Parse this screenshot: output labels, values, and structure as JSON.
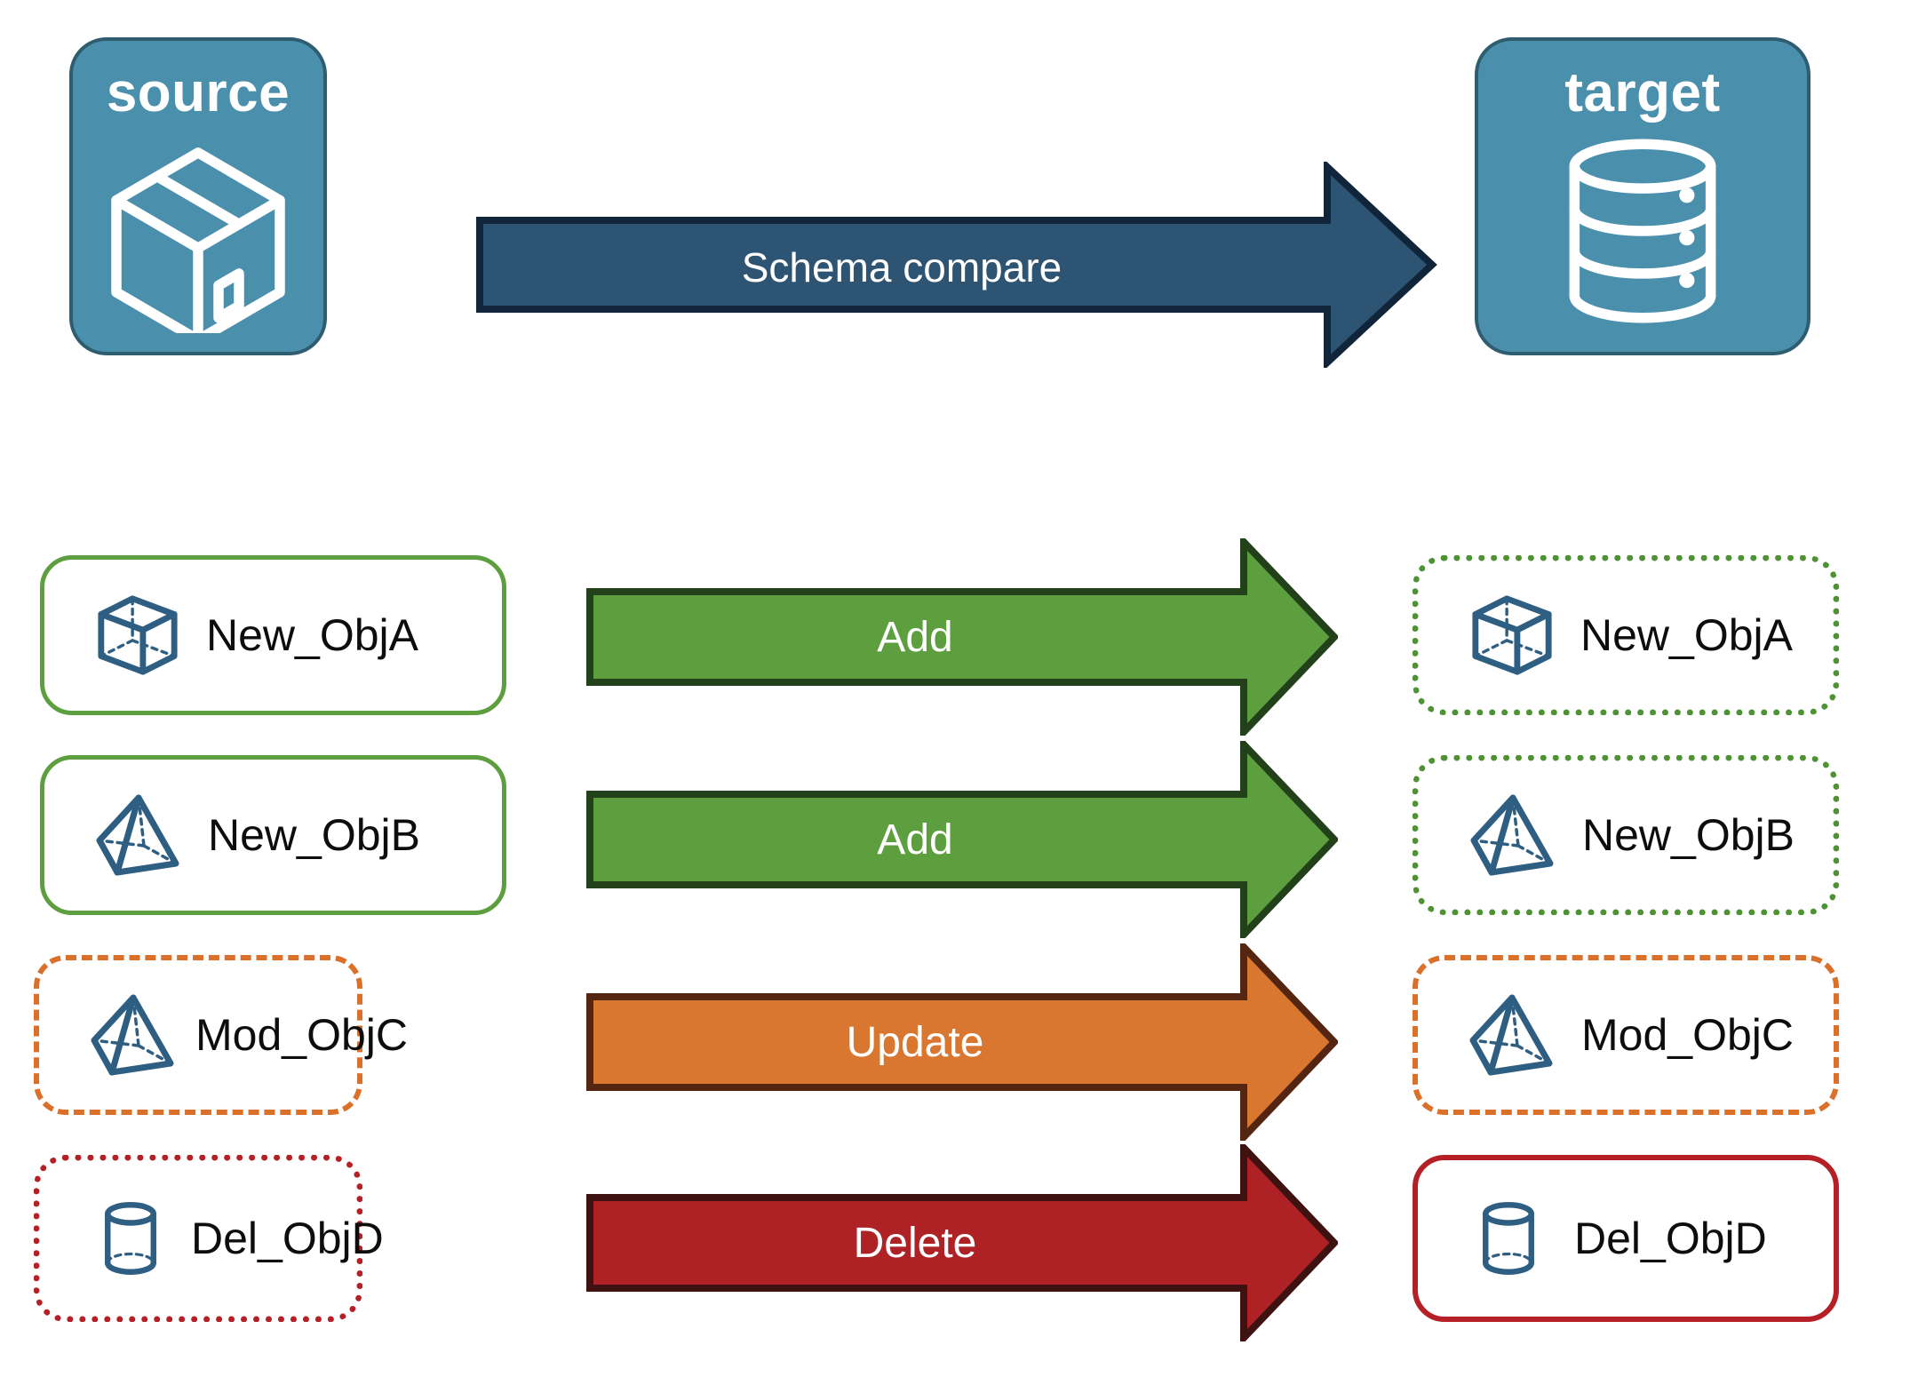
{
  "diagram": {
    "title_source": "source",
    "title_target": "target",
    "compare_label": "Schema compare"
  },
  "endpoints": {
    "source": {
      "label": "source",
      "icon": "package-box-icon",
      "color": "#4a90ad"
    },
    "target": {
      "label": "target",
      "icon": "database-cylinder-icon",
      "color": "#4a90ad"
    }
  },
  "compare_arrow": {
    "label": "Schema compare",
    "color": "#2d5472",
    "border": "#10243a"
  },
  "rows": [
    {
      "source_label": "New_ObjA",
      "target_label": "New_ObjA",
      "action": "Add",
      "icon": "cube-icon",
      "source_border_style": "solid",
      "source_border_color": "#5d9e3f",
      "target_border_style": "dotted",
      "target_border_color": "#4e9234",
      "arrow_color": "#5d9e3f",
      "arrow_border": "#22401a"
    },
    {
      "source_label": "New_ObjB",
      "target_label": "New_ObjB",
      "action": "Add",
      "icon": "pyramid-icon",
      "source_border_style": "solid",
      "source_border_color": "#5d9e3f",
      "target_border_style": "dotted",
      "target_border_color": "#4e9234",
      "arrow_color": "#5d9e3f",
      "arrow_border": "#22401a"
    },
    {
      "source_label": "Mod_ObjC",
      "target_label": "Mod_ObjC",
      "action": "Update",
      "icon": "pyramid-icon",
      "source_border_style": "dashed",
      "source_border_color": "#da7029",
      "target_border_style": "dashed",
      "target_border_color": "#da7029",
      "arrow_color": "#d9762f",
      "arrow_border": "#542611"
    },
    {
      "source_label": "Del_ObjD",
      "target_label": "Del_ObjD",
      "action": "Delete",
      "icon": "cylinder-icon",
      "source_border_style": "dotted",
      "source_border_color": "#b42025",
      "target_border_style": "solid",
      "target_border_color": "#b42025",
      "arrow_color": "#ae2226",
      "arrow_border": "#3d1210"
    }
  ],
  "palette": {
    "endpoint_fill": "#4a90ad",
    "endpoint_stroke": "#2f5d70",
    "icon_stroke": "#2e5f82",
    "add_green": "#5d9e3f",
    "update_orange": "#d9762f",
    "delete_red": "#ae2226",
    "compare_blue": "#2d5472"
  }
}
